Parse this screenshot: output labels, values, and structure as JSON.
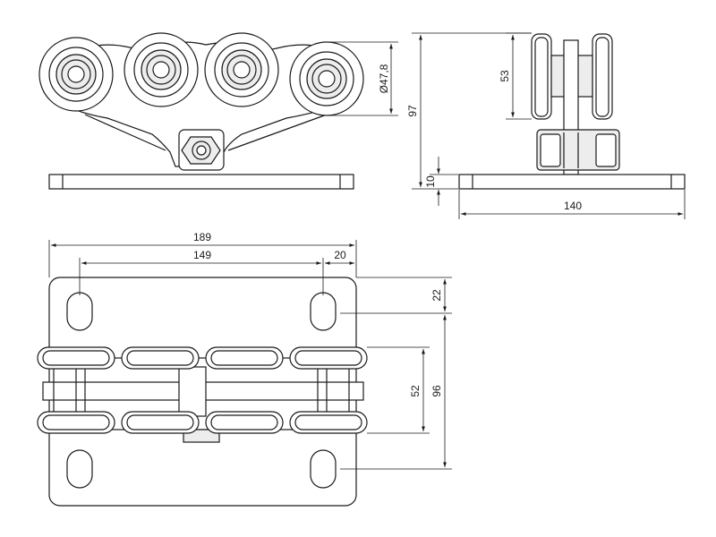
{
  "drawing": {
    "dimensions": {
      "roller_diameter": "Ø47,8",
      "total_height": "97",
      "roller_height": "53",
      "plate_thickness": "10",
      "plate_depth": "140",
      "plate_length": "189",
      "slot_spacing": "149",
      "slot_edge_offset": "20",
      "slot_top_offset": "22",
      "roller_track": "52",
      "slot_vertical_spacing": "96"
    }
  }
}
